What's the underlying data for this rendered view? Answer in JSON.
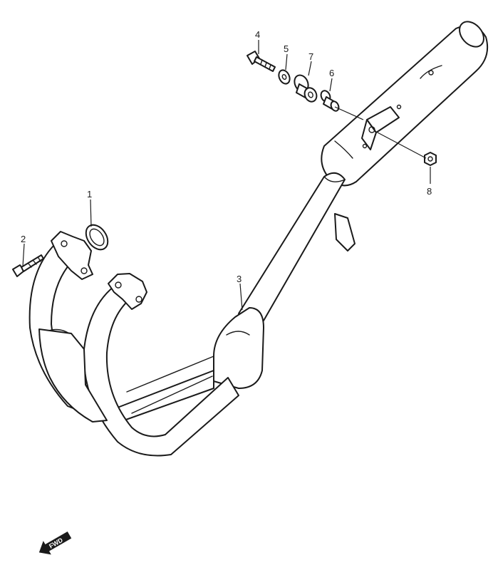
{
  "callouts": {
    "p1": "1",
    "p2": "2",
    "p3": "3",
    "p4": "4",
    "p5": "5",
    "p6": "6",
    "p7": "7",
    "p8": "8"
  },
  "fwd_label": "FWD",
  "colors": {
    "line": "#1a1a1a",
    "background": "#ffffff"
  }
}
